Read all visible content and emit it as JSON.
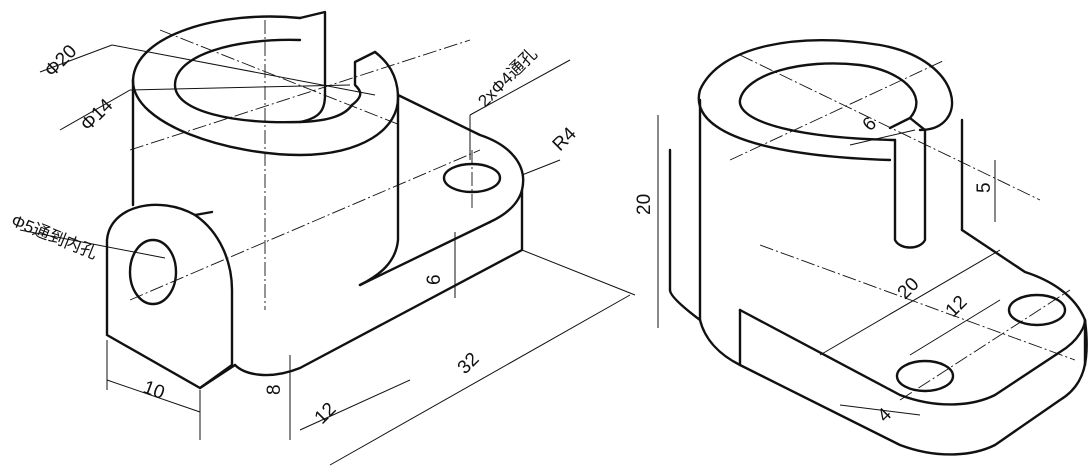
{
  "left_view": {
    "dia_outer": "Φ20",
    "dia_inner": "Φ14",
    "note_holes": "2xΦ4通孔",
    "radius": "R4",
    "note_lug_hole": "Φ5通到内孔",
    "dim_height_step": "6",
    "dim_lug_width": "10",
    "dim_base_height": "8",
    "dim_base_width": "12",
    "dim_length": "32"
  },
  "right_view": {
    "dim_height": "20",
    "dim_slot_width": "6",
    "dim_slot_depth": "5",
    "dim_center_dist": "20",
    "dim_hole_spacing": "12",
    "dim_hole_offset": "4"
  }
}
